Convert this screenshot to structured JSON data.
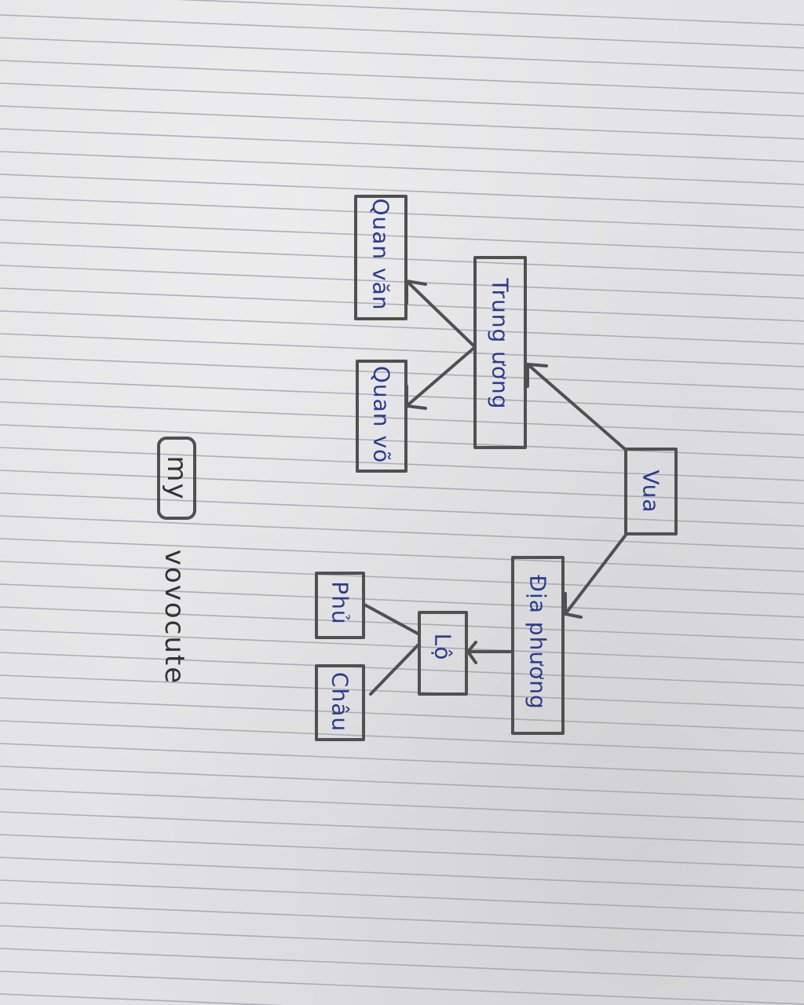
{
  "diagram": {
    "nodes": {
      "vua": "Vua",
      "trung_uong": "Trung ương",
      "quan_van": "Quan văn",
      "quan_vo": "Quan võ",
      "dia_phuong": "Địa phương",
      "lo": "Lộ",
      "phu": "Phủ",
      "chau": "Châu"
    },
    "edges": [
      {
        "from": "vua",
        "to": "trung_uong"
      },
      {
        "from": "vua",
        "to": "dia_phuong"
      },
      {
        "from": "trung_uong",
        "to": "quan_van"
      },
      {
        "from": "trung_uong",
        "to": "quan_vo"
      },
      {
        "from": "dia_phuong",
        "to": "lo"
      },
      {
        "from": "lo",
        "to": "phu"
      },
      {
        "from": "lo",
        "to": "chau"
      }
    ]
  },
  "signature": {
    "boxed": "my",
    "text": "vovocute"
  },
  "colors": {
    "ink_blue": "#2a3c8c",
    "pencil": "#505050",
    "paper": "#e3e3e5",
    "rule_line": "#9a9aa8"
  }
}
